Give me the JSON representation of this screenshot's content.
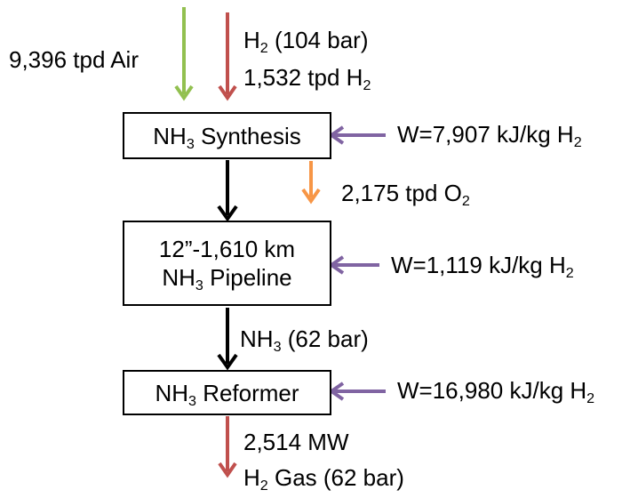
{
  "colors": {
    "air": "#92c050",
    "hydrogen": "#c0504d",
    "work": "#8064a2",
    "oxygen": "#f79646",
    "flow": "#000000"
  },
  "inputs": {
    "air": "9,396 tpd Air",
    "h2_pressure": {
      "pre": "H",
      "sub": "2",
      "post": " (104 bar)"
    },
    "h2_rate": {
      "pre": "1,532 tpd H",
      "sub": "2"
    }
  },
  "synthesis": {
    "label": {
      "pre": "NH",
      "sub": "3",
      "post": " Synthesis"
    },
    "work": {
      "pre": "W=7,907 kJ/kg H",
      "sub": "2"
    },
    "oxygen": {
      "pre": "2,175 tpd O",
      "sub": "2"
    }
  },
  "pipeline": {
    "line1": "12”-1,610 km",
    "line2": {
      "pre": "NH",
      "sub": "3",
      "post": " Pipeline"
    },
    "work": {
      "pre": "W=1,119 kJ/kg H",
      "sub": "2"
    }
  },
  "ammonia_flow": {
    "pre": "NH",
    "sub": "3",
    "post": " (62 bar)"
  },
  "reformer": {
    "label": {
      "pre": "NH",
      "sub": "3",
      "post": " Reformer"
    },
    "work": {
      "pre": "W=16,980 kJ/kg H",
      "sub": "2"
    }
  },
  "output": {
    "power": "2,514 MW",
    "gas": {
      "pre": "H",
      "sub": "2",
      "post": " Gas (62 bar)"
    }
  }
}
